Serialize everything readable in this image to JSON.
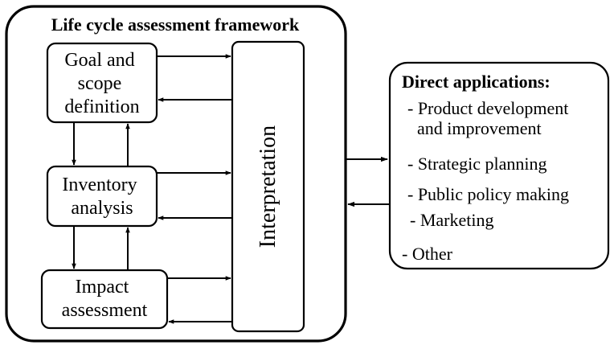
{
  "framework": {
    "title": "Life cycle assessment framework",
    "goal_lines": [
      "Goal and",
      "scope",
      "definition"
    ],
    "inventory_lines": [
      "Inventory",
      "analysis"
    ],
    "impact_lines": [
      "Impact",
      "assessment"
    ],
    "interpretation": "Interpretation"
  },
  "applications": {
    "title": "Direct applications:",
    "items": [
      "- Product development",
      "and improvement",
      "- Strategic planning",
      "- Public policy making",
      "- Marketing",
      "- Other"
    ]
  },
  "colors": {
    "stroke": "#000000",
    "background": "#ffffff"
  }
}
